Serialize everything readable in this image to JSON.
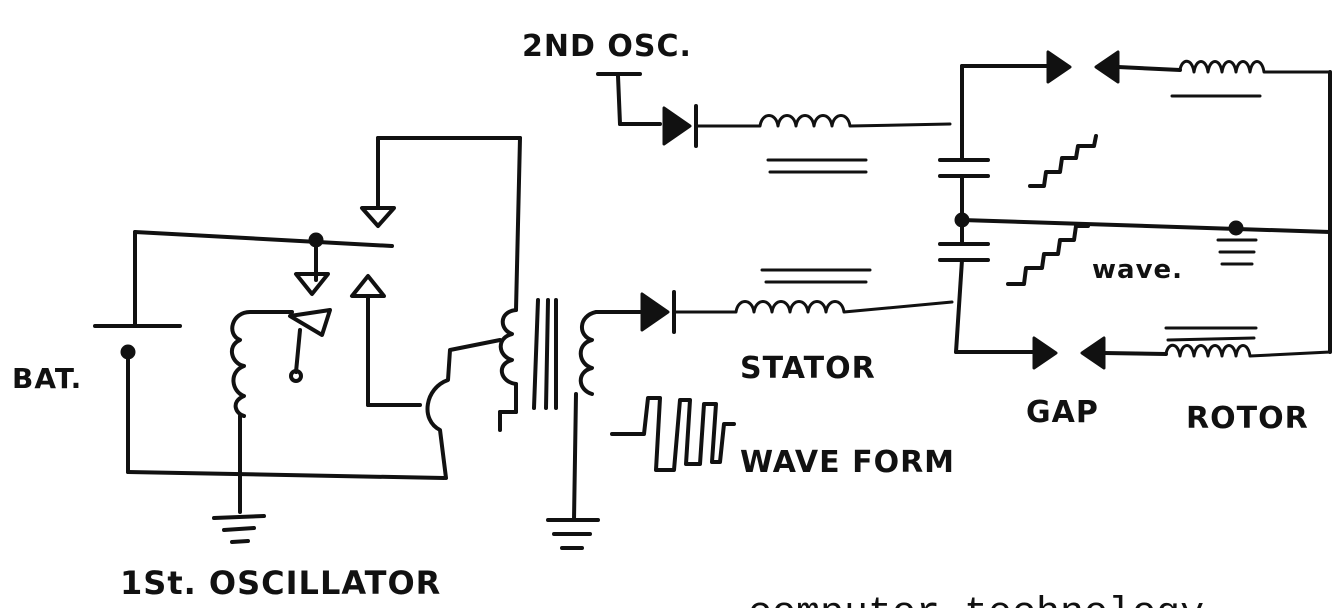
{
  "labels": {
    "second_osc": "2ND OSC.",
    "battery": "BAT.",
    "first_osc": "1St. OSCILLATOR",
    "stator": "STATOR",
    "waveform": "WAVE FORM",
    "wave": "wave.",
    "gap": "GAP",
    "rotor": "ROTOR",
    "caption": "computor technology"
  },
  "colors": {
    "ink": "#111111",
    "paper": "#ffffff"
  }
}
